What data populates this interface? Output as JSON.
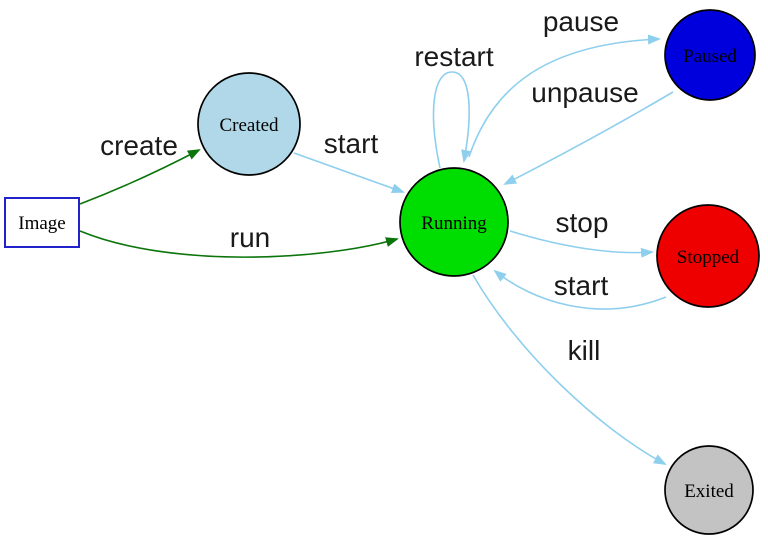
{
  "diagram": {
    "type": "state-diagram",
    "subject": "container lifecycle states",
    "background": "#ffffff",
    "nodes": {
      "image": {
        "label": "Image",
        "shape": "rectangle",
        "fill": "#ffffff",
        "border": "#2222cc"
      },
      "created": {
        "label": "Created",
        "shape": "circle",
        "fill": "#b0d8e8",
        "border": "#000000"
      },
      "running": {
        "label": "Running",
        "shape": "circle",
        "fill": "#00dd00",
        "border": "#000000"
      },
      "paused": {
        "label": "Paused",
        "shape": "circle",
        "fill": "#0000dd",
        "border": "#000000"
      },
      "stopped": {
        "label": "Stopped",
        "shape": "circle",
        "fill": "#ee0000",
        "border": "#000000"
      },
      "exited": {
        "label": "Exited",
        "shape": "circle",
        "fill": "#c3c3c3",
        "border": "#000000"
      }
    },
    "edges": {
      "create": {
        "label": "create",
        "from": "image",
        "to": "running_created",
        "color": "#0b750b"
      },
      "run": {
        "label": "run",
        "from": "image",
        "to": "running",
        "color": "#0b750b"
      },
      "start_created": {
        "label": "start",
        "from": "created",
        "to": "running",
        "color": "#8ecfee"
      },
      "restart": {
        "label": "restart",
        "from": "running",
        "to": "running",
        "color": "#8ecfee"
      },
      "pause": {
        "label": "pause",
        "from": "running",
        "to": "paused",
        "color": "#8ecfee"
      },
      "unpause": {
        "label": "unpause",
        "from": "paused",
        "to": "running",
        "color": "#8ecfee"
      },
      "stop": {
        "label": "stop",
        "from": "running",
        "to": "stopped",
        "color": "#8ecfee"
      },
      "start_stopped": {
        "label": "start",
        "from": "stopped",
        "to": "running",
        "color": "#8ecfee"
      },
      "kill": {
        "label": "kill",
        "from": "running",
        "to": "exited",
        "color": "#8ecfee"
      }
    }
  }
}
